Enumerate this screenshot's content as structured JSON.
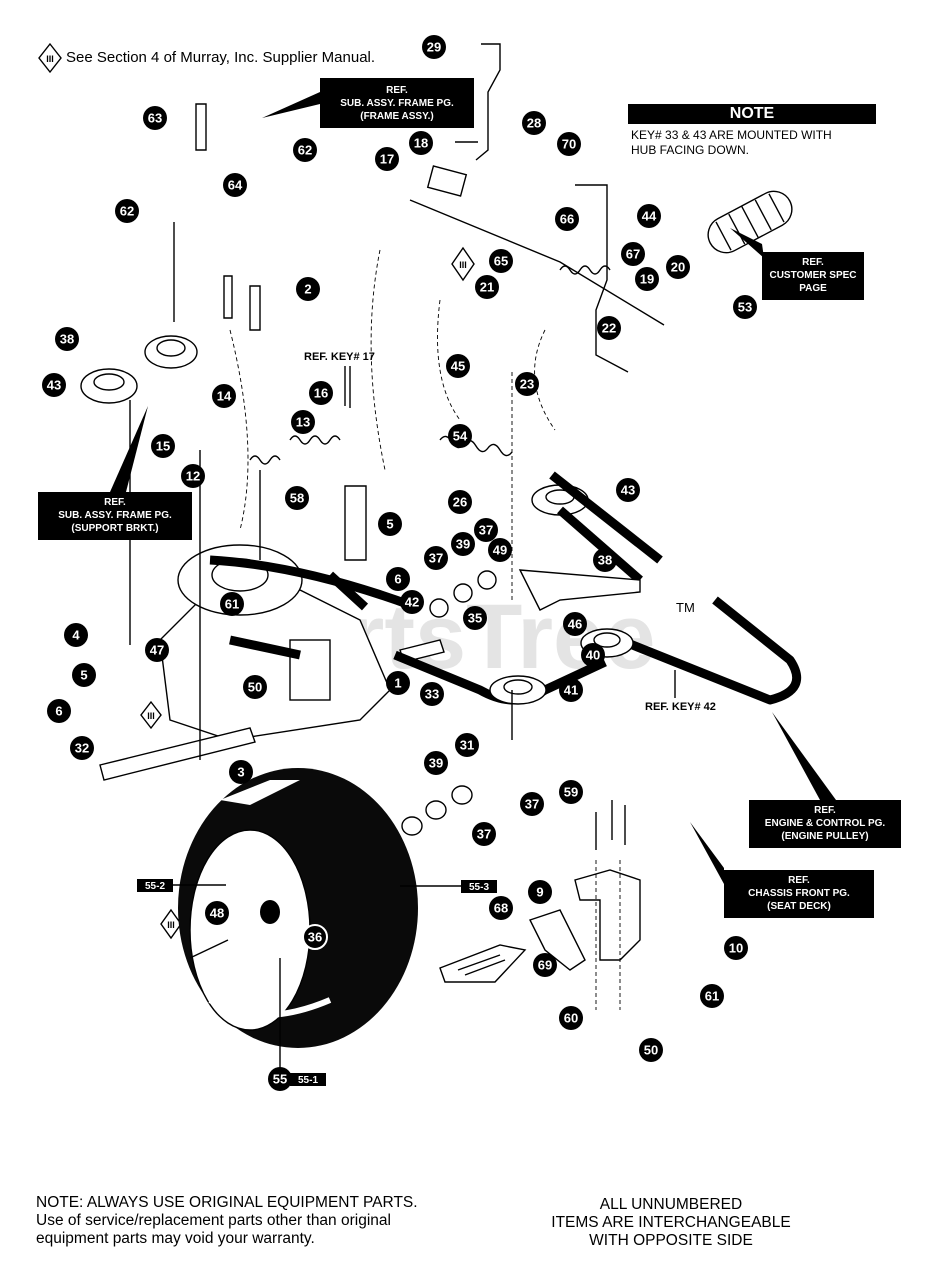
{
  "header_note": "See Section 4 of Murray, Inc. Supplier Manual.",
  "section_symbol": "III",
  "note_box": {
    "heading": "NOTE",
    "lines": [
      "KEY# 33 & 43 ARE MOUNTED WITH",
      "HUB FACING DOWN."
    ]
  },
  "ref_boxes": [
    {
      "lines": [
        "REF.",
        "SUB. ASSY. FRAME PG.",
        "(FRAME ASSY.)"
      ]
    },
    {
      "lines": [
        "REF.",
        "CUSTOMER SPEC",
        "PAGE"
      ]
    },
    {
      "lines": [
        "REF.",
        "SUB. ASSY. FRAME PG.",
        "(SUPPORT BRKT.)"
      ]
    },
    {
      "lines": [
        "REF.",
        "ENGINE & CONTROL PG.",
        "(ENGINE PULLEY)"
      ]
    },
    {
      "lines": [
        "REF.",
        "CHASSIS FRONT PG.",
        "(SEAT DECK)"
      ]
    }
  ],
  "ref_labels": [
    "REF. KEY# 17",
    "REF. KEY# 42"
  ],
  "sub_tags": [
    "55-2",
    "55-3",
    "55-1"
  ],
  "watermark": "PartsTree",
  "trademark": "TM",
  "callouts": [
    "29",
    "28",
    "63",
    "62",
    "18",
    "17",
    "64",
    "62",
    "70",
    "44",
    "66",
    "67",
    "20",
    "53",
    "19",
    "65",
    "21",
    "22",
    "2",
    "38",
    "43",
    "45",
    "23",
    "14",
    "16",
    "13",
    "15",
    "54",
    "43",
    "12",
    "26",
    "58",
    "5",
    "37",
    "39",
    "37",
    "49",
    "38",
    "6",
    "61",
    "42",
    "35",
    "46",
    "4",
    "47",
    "40",
    "41",
    "5",
    "50",
    "1",
    "33",
    "6",
    "31",
    "32",
    "3",
    "39",
    "37",
    "59",
    "37",
    "9",
    "10",
    "48",
    "36",
    "68",
    "69",
    "61",
    "60",
    "50",
    "55"
  ],
  "footer_left": [
    "NOTE: ALWAYS USE ORIGINAL EQUIPMENT PARTS.",
    "Use of service/replacement parts other than original",
    "equipment parts may void your warranty."
  ],
  "footer_right": [
    "ALL UNNUMBERED",
    "ITEMS ARE INTERCHANGEABLE",
    "WITH OPPOSITE SIDE"
  ]
}
